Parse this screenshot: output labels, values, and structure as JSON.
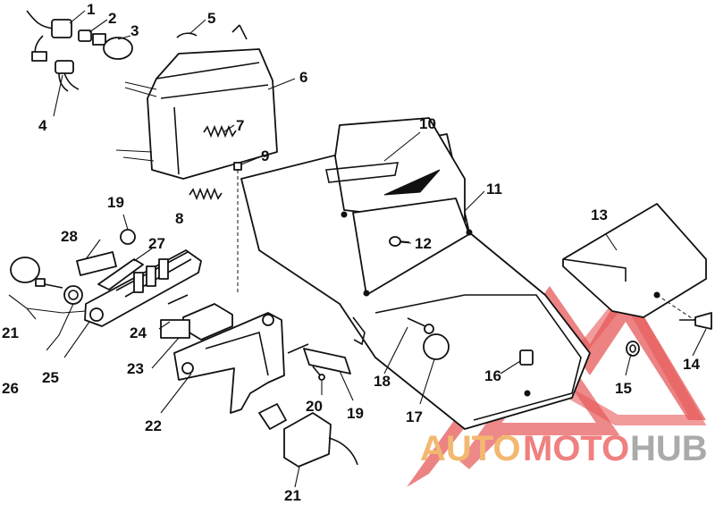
{
  "diagram": {
    "callouts": [
      {
        "id": "c1",
        "text": "1"
      },
      {
        "id": "c2",
        "text": "2"
      },
      {
        "id": "c3",
        "text": "3"
      },
      {
        "id": "c4",
        "text": "4"
      },
      {
        "id": "c5",
        "text": "5"
      },
      {
        "id": "c6",
        "text": "6"
      },
      {
        "id": "c7",
        "text": "7"
      },
      {
        "id": "c8",
        "text": "8"
      },
      {
        "id": "c9",
        "text": "9"
      },
      {
        "id": "c10",
        "text": "10"
      },
      {
        "id": "c11",
        "text": "11"
      },
      {
        "id": "c12",
        "text": "12"
      },
      {
        "id": "c13",
        "text": "13"
      },
      {
        "id": "c14",
        "text": "14"
      },
      {
        "id": "c15",
        "text": "15"
      },
      {
        "id": "c16",
        "text": "16"
      },
      {
        "id": "c17",
        "text": "17"
      },
      {
        "id": "c18",
        "text": "18"
      },
      {
        "id": "c19a",
        "text": "19"
      },
      {
        "id": "c19b",
        "text": "19"
      },
      {
        "id": "c20",
        "text": "20"
      },
      {
        "id": "c21a",
        "text": "21"
      },
      {
        "id": "c21b",
        "text": "21"
      },
      {
        "id": "c22",
        "text": "22"
      },
      {
        "id": "c23",
        "text": "23"
      },
      {
        "id": "c24",
        "text": "24"
      },
      {
        "id": "c25",
        "text": "25"
      },
      {
        "id": "c26",
        "text": "26"
      },
      {
        "id": "c27",
        "text": "27"
      },
      {
        "id": "c28",
        "text": "28"
      }
    ]
  },
  "watermark": {
    "part1": "AUTO",
    "part2": "MOTO",
    "part3": "HUB",
    "colors": {
      "auto": "#f2b870",
      "moto": "#ef8080",
      "hub": "#aaaaaa",
      "triangle": "#e23b3b"
    }
  }
}
